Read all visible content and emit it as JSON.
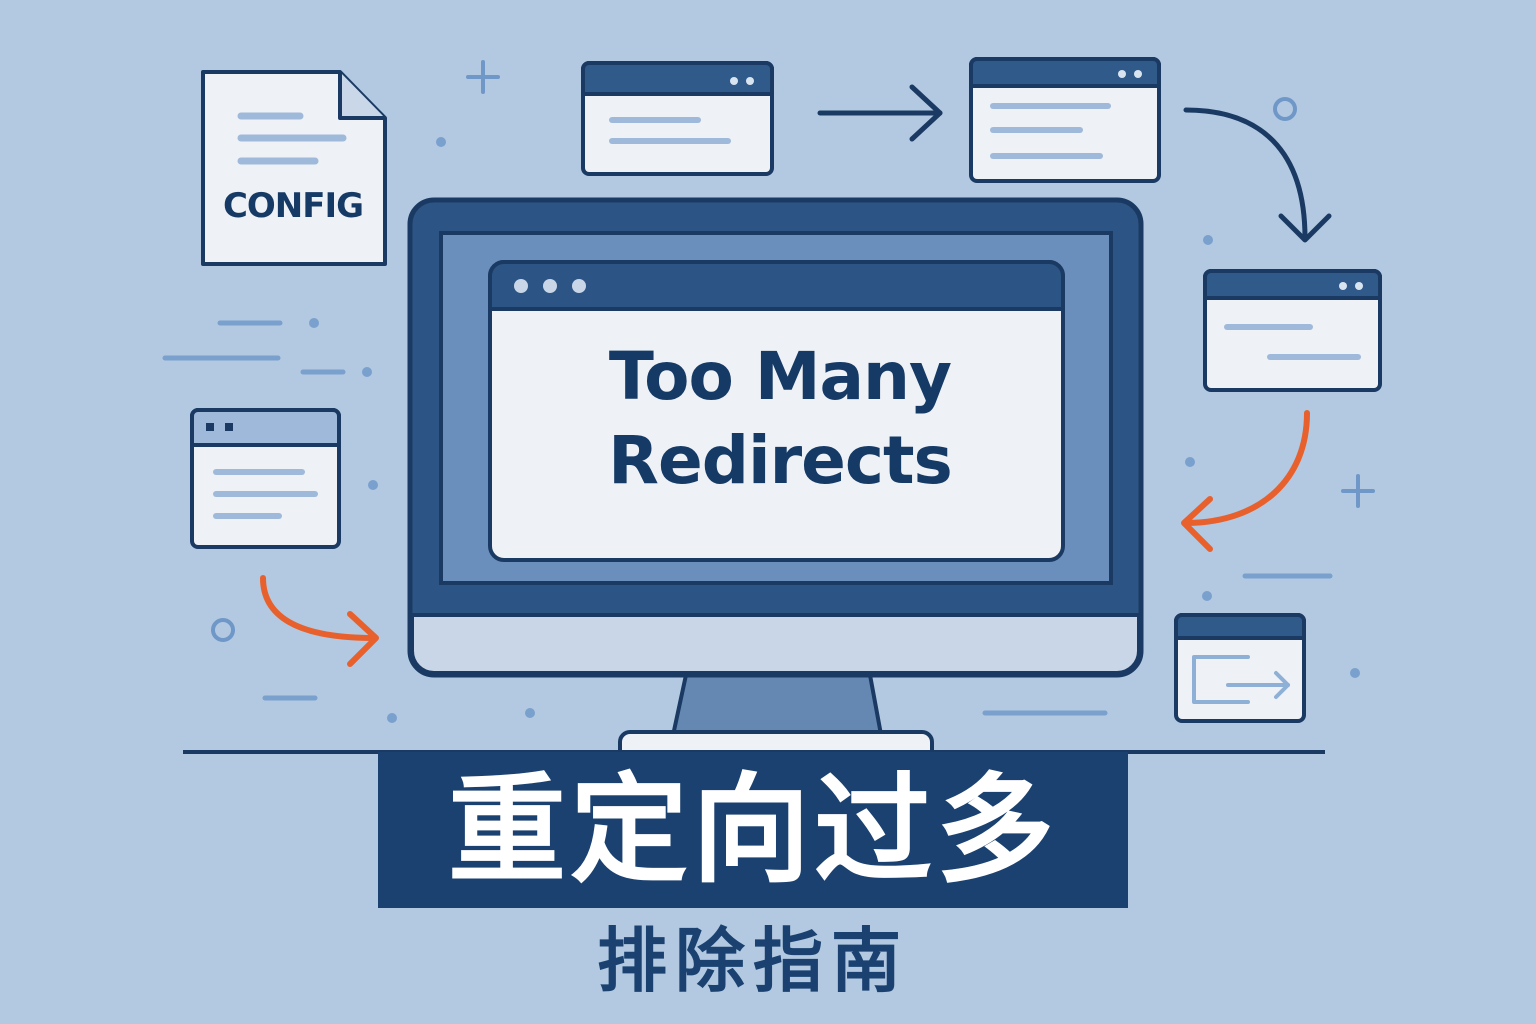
{
  "monitor": {
    "headline_line1": "Too Many",
    "headline_line2": "Redirects"
  },
  "config_file": {
    "label": "CONFIG"
  },
  "banner": {
    "title": "重定向过多",
    "subtitle": "排除指南"
  },
  "colors": {
    "background": "#b2c9e1",
    "navy": "#1a4170",
    "accent_orange": "#e8612c",
    "light_blue_line": "#8fb0d6",
    "window_fill": "#eef1f5"
  },
  "icons": [
    "config-file-icon",
    "browser-window-icon",
    "arrow-right-icon",
    "curved-arrow-icon",
    "plus-icon",
    "circle-icon",
    "redirect-exit-icon"
  ]
}
